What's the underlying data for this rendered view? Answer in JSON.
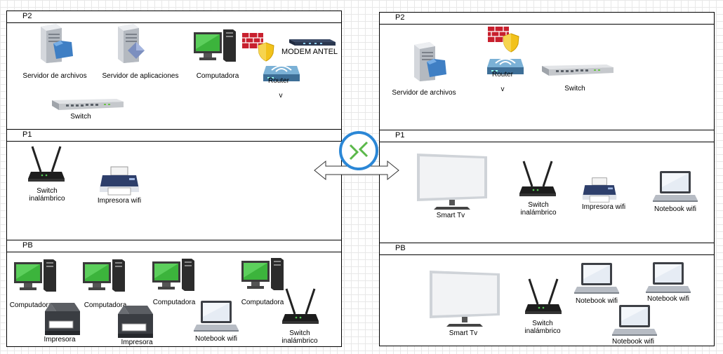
{
  "colors": {
    "screen_green": "#3cb43c",
    "connector_blue": "#2b87d6",
    "firewall_red": "#c8202e",
    "shield_yellow": "#f2c21b"
  },
  "left_building": {
    "floors": {
      "p2": {
        "name": "P2",
        "devices": {
          "file_server": "Servidor de archivos",
          "app_server": "Servidor de aplicaciones",
          "computer": "Computadora",
          "router": "Router",
          "router_v": "v",
          "modem": "MODEM ANTEL",
          "switch": "Switch"
        }
      },
      "p1": {
        "name": "P1",
        "devices": {
          "wireless_switch": "Switch\ninalámbrico",
          "printer": "Impresora wifi"
        }
      },
      "pb": {
        "name": "PB",
        "devices": {
          "computer_1": "Computadora",
          "computer_2": "Computadora",
          "computer_3": "Computadora",
          "computer_4": "Computadora",
          "printer_1": "Impresora",
          "printer_2": "Impresora",
          "notebook": "Notebook wifi",
          "wireless_switch": "Switch\ninalámbrico"
        }
      }
    }
  },
  "right_building": {
    "floors": {
      "p2": {
        "name": "P2",
        "devices": {
          "file_server": "Servidor de archivos",
          "router": "Router",
          "router_v": "v",
          "switch": "Switch"
        }
      },
      "p1": {
        "name": "P1",
        "devices": {
          "smart_tv": "Smart Tv",
          "wireless_switch": "Switch\ninalámbrico",
          "printer": "Impresora wifi",
          "notebook": "Notebook wifi"
        }
      },
      "pb": {
        "name": "PB",
        "devices": {
          "smart_tv": "Smart Tv",
          "wireless_switch": "Switch\ninalámbrico",
          "notebook_1": "Notebook wifi",
          "notebook_2": "Notebook wifi",
          "notebook_3": "Notebook wifi"
        }
      }
    }
  },
  "link": {
    "icon": "vpn-connector-icon",
    "arrow": "double-arrow"
  }
}
